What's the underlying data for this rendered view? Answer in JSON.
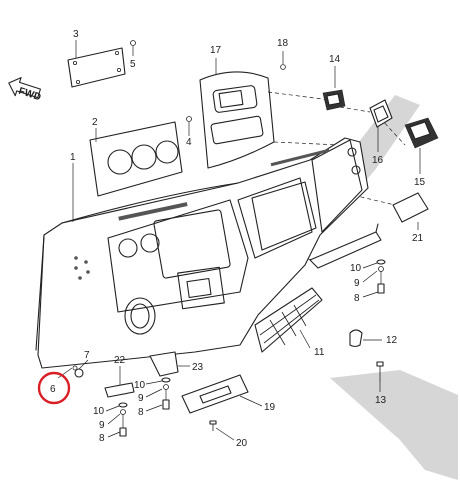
{
  "diagram": {
    "front_arrow_label": "FWD",
    "highlight_color": "#d91f26",
    "line_color": "#222222",
    "shade_color": "#d6d6d6",
    "callouts": [
      {
        "id": "c1",
        "label": "1"
      },
      {
        "id": "c2",
        "label": "2"
      },
      {
        "id": "c3",
        "label": "3"
      },
      {
        "id": "c4",
        "label": "4"
      },
      {
        "id": "c5",
        "label": "5"
      },
      {
        "id": "c6",
        "label": "6",
        "highlighted": true
      },
      {
        "id": "c7",
        "label": "7"
      },
      {
        "id": "c8a",
        "label": "8"
      },
      {
        "id": "c8b",
        "label": "8"
      },
      {
        "id": "c8c",
        "label": "8"
      },
      {
        "id": "c9a",
        "label": "9"
      },
      {
        "id": "c9b",
        "label": "9"
      },
      {
        "id": "c10a",
        "label": "10"
      },
      {
        "id": "c10b",
        "label": "10"
      },
      {
        "id": "c10c",
        "label": "10"
      },
      {
        "id": "c11",
        "label": "11"
      },
      {
        "id": "c12",
        "label": "12"
      },
      {
        "id": "c13",
        "label": "13"
      },
      {
        "id": "c14",
        "label": "14"
      },
      {
        "id": "c15",
        "label": "15"
      },
      {
        "id": "c16",
        "label": "16"
      },
      {
        "id": "c17",
        "label": "17"
      },
      {
        "id": "c18",
        "label": "18"
      },
      {
        "id": "c19",
        "label": "19"
      },
      {
        "id": "c20",
        "label": "20"
      },
      {
        "id": "c21",
        "label": "21"
      },
      {
        "id": "c22",
        "label": "22"
      },
      {
        "id": "c23",
        "label": "23"
      }
    ]
  }
}
